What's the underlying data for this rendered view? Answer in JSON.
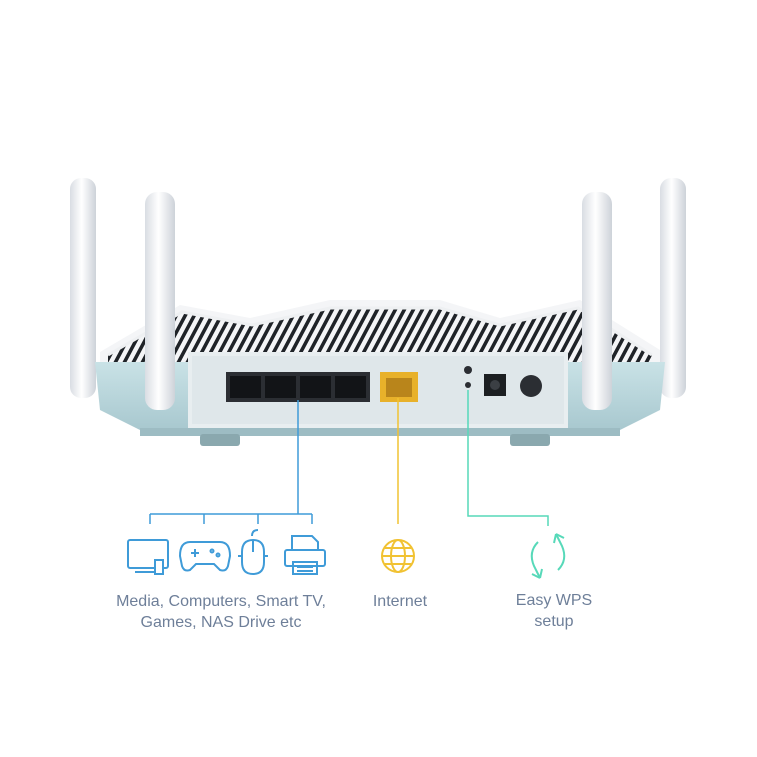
{
  "labels": {
    "media": "Media, Computers, Smart TV, Games, NAS Drive etc",
    "internet": "Internet",
    "wps": "Easy WPS setup"
  },
  "colors": {
    "lan": "#3f9bd8",
    "internet": "#f1c232",
    "wps": "#57d9b9",
    "router_body": "#b9d7dc",
    "label_text": "#6e7f99"
  },
  "icons": [
    "tv-icon",
    "gamepad-icon",
    "mouse-icon",
    "printer-icon",
    "globe-icon",
    "wps-refresh-icon"
  ]
}
